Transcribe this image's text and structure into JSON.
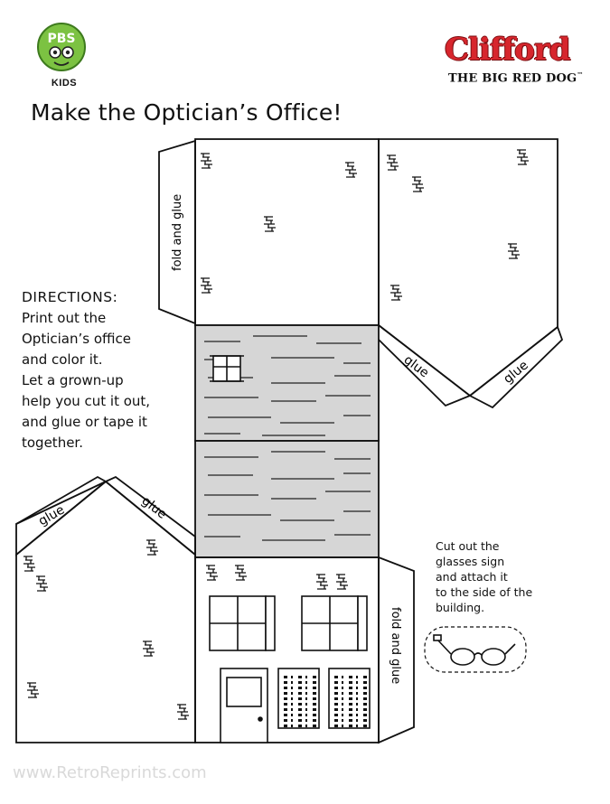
{
  "header": {
    "pbs_logo_text": "PBS",
    "pbs_kids_label": "KIDS",
    "clifford_title": "Clifford",
    "clifford_subtitle": "THE BIG RED DOG",
    "trademark": "™"
  },
  "title": "Make the Optician’s Office!",
  "directions": {
    "heading": "DIRECTIONS:",
    "lines": [
      "Print out the",
      "Optician’s office",
      "and color it.",
      "Let a grown-up",
      "help you cut it out,",
      "and glue or tape it",
      "together."
    ]
  },
  "template_labels": {
    "fold_and_glue_left": "fold and glue",
    "fold_and_glue_right": "fold and glue",
    "glue_1": "glue",
    "glue_2": "glue",
    "glue_3": "glue",
    "glue_4": "glue"
  },
  "sign_instructions": {
    "lines": [
      "Cut out the",
      "glasses sign",
      "and attach it",
      "to the side of the",
      "building."
    ]
  },
  "watermark": "www.RetroReprints.com",
  "colors": {
    "line": "#111111",
    "roof_fill": "#d6d6d6",
    "clifford_red": "#d7262d",
    "pbs_green": "#7cc242"
  },
  "icons": [
    "pbs-kids-logo-icon",
    "clifford-logo-icon",
    "eyeglasses-icon",
    "scissors-cut-line-icon"
  ]
}
